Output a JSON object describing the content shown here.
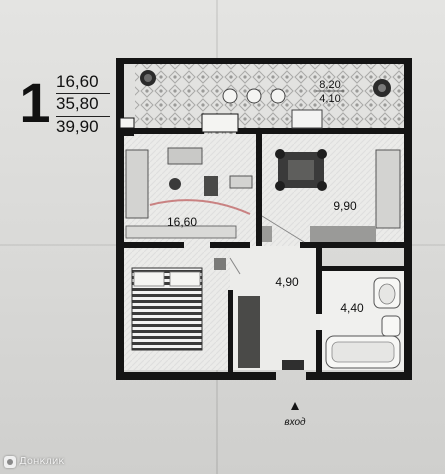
{
  "unit": {
    "rooms": "1",
    "living_area": "16,60",
    "total_area": "35,80",
    "total_with_balcony": "39,90"
  },
  "rooms": {
    "living_room": "16,60",
    "kitchen": "9,90",
    "hall": "4,90",
    "bathroom": "4,40",
    "balcony_area": "8,20",
    "balcony_area_reduced": "4,10"
  },
  "entrance_label": "вход",
  "watermark": "Донклик",
  "colors": {
    "wall": "#141414",
    "floor": "#ededeb",
    "furniture": "#bdbdbb",
    "dark_furniture": "#5a5a58",
    "red_mark": "#c98282"
  }
}
